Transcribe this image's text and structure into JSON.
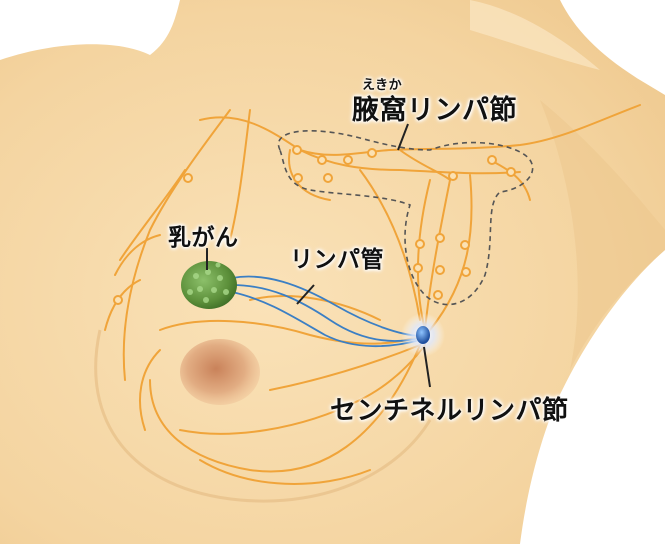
{
  "labels": {
    "axillary_reading": "えきか",
    "axillary_nodes": "腋窩リンパ節",
    "breast_cancer": "乳がん",
    "lymph_vessel": "リンパ管",
    "sentinel_node": "センチネルリンパ節"
  },
  "colors": {
    "skin": "#f6d9a9",
    "lymph": "#f0a43a",
    "vessel_blue": "#3b7fc4",
    "tumor": "#5c8f3a",
    "areola": "#d69b6f",
    "dashed_region": "#555555"
  }
}
